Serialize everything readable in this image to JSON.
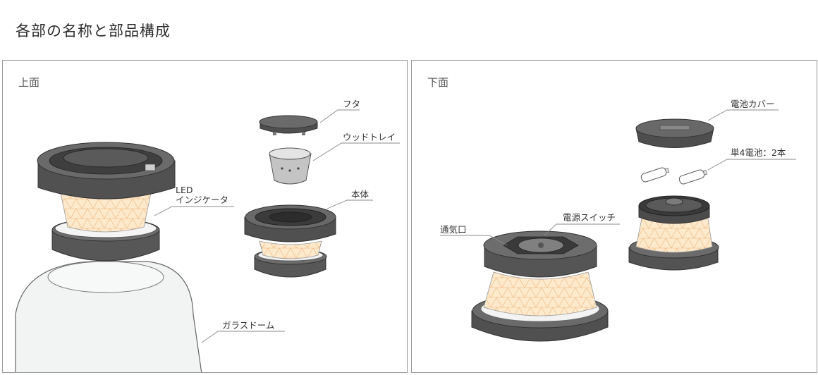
{
  "page": {
    "title": "各部の名称と部品構成"
  },
  "top_view": {
    "label": "上面",
    "callouts": {
      "lid": "フタ",
      "wood_tray": "ウッドトレイ",
      "main_body": "本体",
      "led_line1": "LED",
      "led_line2": "インジケータ",
      "glass_dome": "ガラスドーム"
    }
  },
  "bottom_view": {
    "label": "下面",
    "callouts": {
      "battery_cover": "電池カバー",
      "batteries": "単4電池：2本",
      "power_switch": "電源スイッチ",
      "vent": "通気口"
    }
  },
  "colors": {
    "dark": "#4a4a4a",
    "mid": "#6b6b6b",
    "light": "#8a8a8a",
    "shade": "#fde8c8",
    "line": "#9a9a9a"
  }
}
